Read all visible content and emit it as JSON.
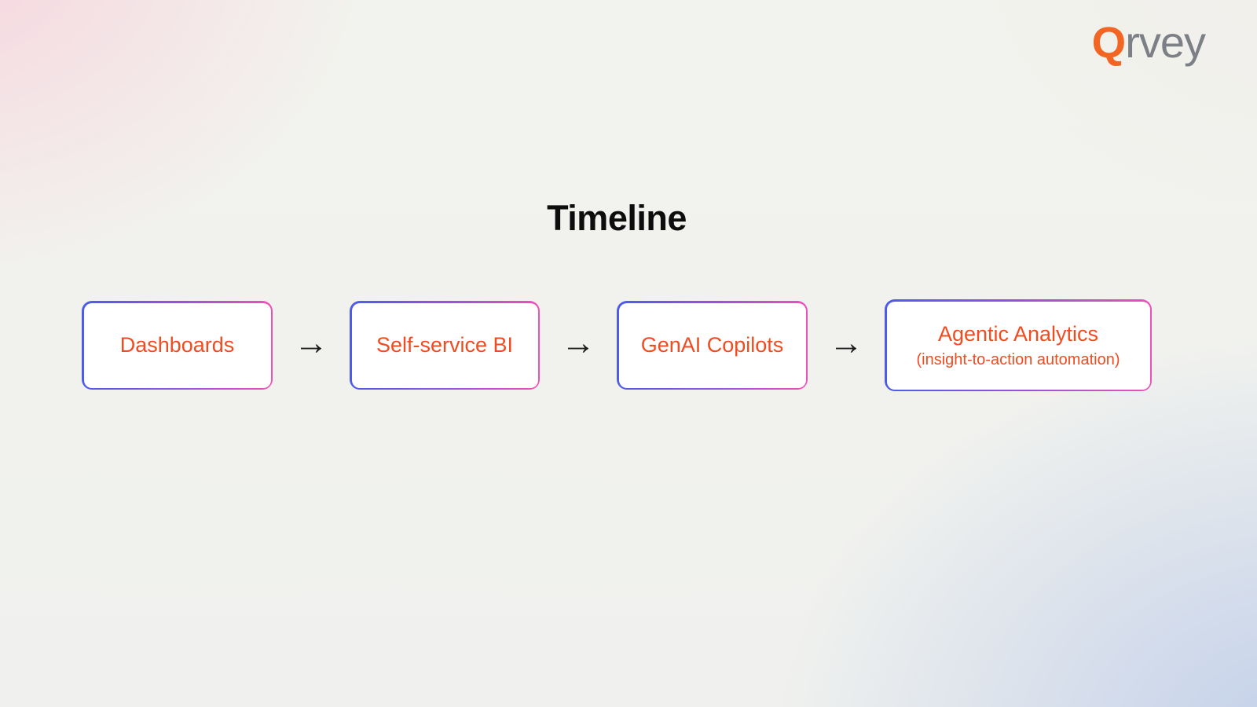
{
  "logo": {
    "q": "Q",
    "rest": "rvey"
  },
  "title": "Timeline",
  "timeline": {
    "arrow": "→",
    "items": [
      {
        "label": "Dashboards"
      },
      {
        "label": "Self-service BI"
      },
      {
        "label": "GenAI Copilots"
      },
      {
        "label": "Agentic Analytics",
        "sublabel": "(insight-to-action automation)"
      }
    ]
  },
  "colors": {
    "box_text": "#F14B20",
    "border_gradient_start": "#4D5BE9",
    "border_gradient_end": "#F050B6",
    "logo_q": "#F26522",
    "logo_rest": "#7C8086",
    "title_text": "#0D0D0D",
    "arrow": "#1C1C1C"
  }
}
